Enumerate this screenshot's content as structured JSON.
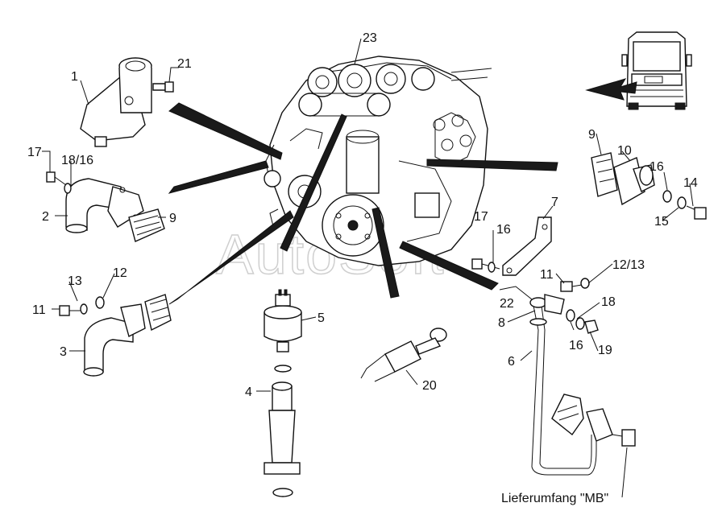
{
  "colors": {
    "ink": "#111111",
    "background": "#ffffff",
    "watermark": "#cfcfcf"
  },
  "watermark": "AutoSoft",
  "caption": "Lieferumfang \"MB\"",
  "callouts": [
    {
      "id": "c1",
      "text": "1"
    },
    {
      "id": "c2",
      "text": "2"
    },
    {
      "id": "c3",
      "text": "3"
    },
    {
      "id": "c4",
      "text": "4"
    },
    {
      "id": "c5",
      "text": "5"
    },
    {
      "id": "c6",
      "text": "6"
    },
    {
      "id": "c7",
      "text": "7"
    },
    {
      "id": "c8",
      "text": "8"
    },
    {
      "id": "c9a",
      "text": "9"
    },
    {
      "id": "c9b",
      "text": "9"
    },
    {
      "id": "c10",
      "text": "10"
    },
    {
      "id": "c11a",
      "text": "11"
    },
    {
      "id": "c11b",
      "text": "11"
    },
    {
      "id": "c12",
      "text": "12"
    },
    {
      "id": "c12_13",
      "text": "12/13"
    },
    {
      "id": "c13",
      "text": "13"
    },
    {
      "id": "c14",
      "text": "14"
    },
    {
      "id": "c15",
      "text": "15"
    },
    {
      "id": "c16a",
      "text": "16"
    },
    {
      "id": "c16b",
      "text": "16"
    },
    {
      "id": "c16c",
      "text": "16"
    },
    {
      "id": "c17a",
      "text": "17"
    },
    {
      "id": "c17b",
      "text": "17"
    },
    {
      "id": "c18a",
      "text": "18"
    },
    {
      "id": "c18_16",
      "text": "18/16"
    },
    {
      "id": "c19",
      "text": "19"
    },
    {
      "id": "c20",
      "text": "20"
    },
    {
      "id": "c21",
      "text": "21"
    },
    {
      "id": "c22",
      "text": "22"
    },
    {
      "id": "c23",
      "text": "23"
    }
  ]
}
